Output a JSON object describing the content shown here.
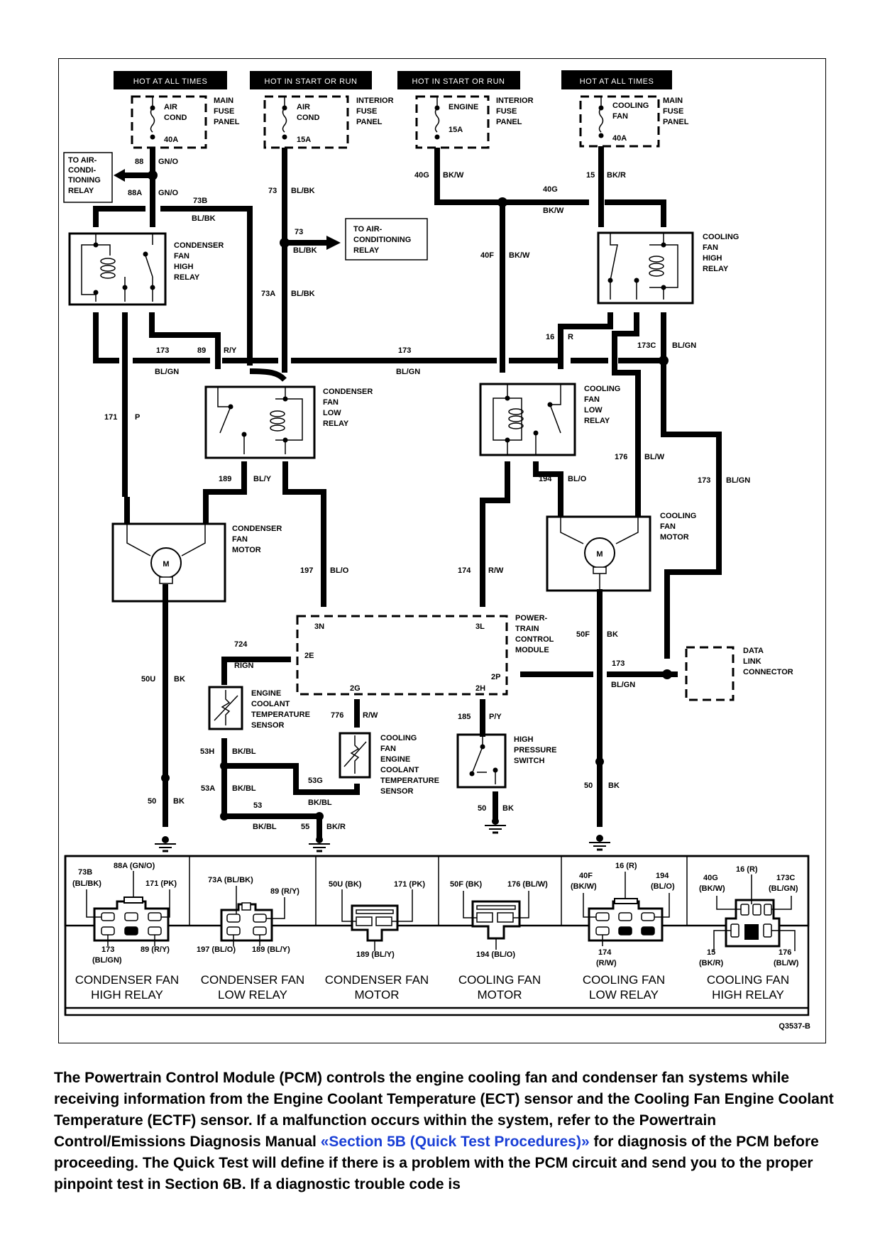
{
  "diagram": {
    "figure_id": "Q3537-B",
    "power_headers": [
      {
        "label": "HOT AT ALL TIMES"
      },
      {
        "label": "HOT IN START OR RUN"
      },
      {
        "label": "HOT IN START OR RUN"
      },
      {
        "label": "HOT AT ALL TIMES"
      }
    ],
    "fuses": [
      {
        "name_lines": [
          "AIR",
          "COND"
        ],
        "rating": "40A",
        "panel_lines": [
          "MAIN",
          "FUSE",
          "PANEL"
        ]
      },
      {
        "name_lines": [
          "AIR",
          "COND"
        ],
        "rating": "15A",
        "panel_lines": [
          "INTERIOR",
          "FUSE",
          "PANEL"
        ]
      },
      {
        "name_lines": [
          "ENGINE"
        ],
        "rating": "15A",
        "panel_lines": [
          "INTERIOR",
          "FUSE",
          "PANEL"
        ]
      },
      {
        "name_lines": [
          "COOLING",
          "FAN"
        ],
        "rating": "40A",
        "panel_lines": [
          "MAIN",
          "FUSE",
          "PANEL"
        ]
      }
    ],
    "external_refs": [
      {
        "lines": [
          "TO AIR-",
          "CONDI-",
          "TIONING",
          "RELAY"
        ]
      },
      {
        "lines": [
          "TO AIR-",
          "CONDITIONING",
          "RELAY"
        ]
      }
    ],
    "components": {
      "cond_high_relay": [
        "CONDENSER",
        "FAN",
        "HIGH",
        "RELAY"
      ],
      "cond_low_relay": [
        "CONDENSER",
        "FAN",
        "LOW",
        "RELAY"
      ],
      "cool_high_relay": [
        "COOLING",
        "FAN",
        "HIGH",
        "RELAY"
      ],
      "cool_low_relay": [
        "COOLING",
        "FAN",
        "LOW",
        "RELAY"
      ],
      "cond_motor": [
        "CONDENSER",
        "FAN",
        "MOTOR"
      ],
      "cool_motor": [
        "COOLING",
        "FAN",
        "MOTOR"
      ],
      "pcm": [
        "POWER-",
        "TRAIN",
        "CONTROL",
        "MODULE"
      ],
      "ect": [
        "ENGINE",
        "COOLANT",
        "TEMPERATURE",
        "SENSOR"
      ],
      "ectf": [
        "COOLING",
        "FAN",
        "ENGINE",
        "COOLANT",
        "TEMPERATURE",
        "SENSOR"
      ],
      "hps": [
        "HIGH",
        "PRESSURE",
        "SWITCH"
      ],
      "dlc": [
        "DATA",
        "LINK",
        "CONNECTOR"
      ],
      "motor_symbol": "M"
    },
    "pcm_pins": [
      "3N",
      "3L",
      "2E",
      "2G",
      "2H",
      "2P"
    ],
    "wires": {
      "w88": {
        "circuit": "88",
        "color": "GN/O"
      },
      "w88a": {
        "circuit": "88A",
        "color": "GN/O"
      },
      "w73b": {
        "circuit": "73B",
        "color": "BL/BK"
      },
      "w73": {
        "circuit": "73",
        "color": "BL/BK"
      },
      "w73ref": {
        "circuit": "73",
        "color": "BL/BK"
      },
      "w73a": {
        "circuit": "73A",
        "color": "BL/BK"
      },
      "w40g": {
        "circuit": "40G",
        "color": "BK/W"
      },
      "w40gh": {
        "circuit": "40G",
        "color": "BK/W"
      },
      "w40f": {
        "circuit": "40F",
        "color": "BK/W"
      },
      "w15": {
        "circuit": "15",
        "color": "BK/R"
      },
      "w173l": {
        "circuit": "173",
        "color": "BL/GN"
      },
      "w173m": {
        "circuit": "173",
        "color": "BL/GN"
      },
      "w89": {
        "circuit": "89",
        "color": "R/Y"
      },
      "w16": {
        "circuit": "16",
        "color": "R"
      },
      "w173c": {
        "circuit": "173C",
        "color": "BL/GN"
      },
      "w171": {
        "circuit": "171",
        "color": "P"
      },
      "w189": {
        "circuit": "189",
        "color": "BL/Y"
      },
      "w176": {
        "circuit": "176",
        "color": "BL/W"
      },
      "w194": {
        "circuit": "194",
        "color": "BL/O"
      },
      "w173r": {
        "circuit": "173",
        "color": "BL/GN"
      },
      "w197": {
        "circuit": "197",
        "color": "BL/O"
      },
      "w174": {
        "circuit": "174",
        "color": "R/W"
      },
      "w50f": {
        "circuit": "50F",
        "color": "BK"
      },
      "w724": {
        "circuit": "724",
        "color": "RIGN"
      },
      "w50u": {
        "circuit": "50U",
        "color": "BK"
      },
      "w173d": {
        "circuit": "173",
        "color": "BL/GN"
      },
      "w776": {
        "circuit": "776",
        "color": "R/W"
      },
      "w185": {
        "circuit": "185",
        "color": "P/Y"
      },
      "w53h": {
        "circuit": "53H",
        "color": "BK/BL"
      },
      "w53a": {
        "circuit": "53A",
        "color": "BK/BL"
      },
      "w53g": {
        "circuit": "53G",
        "color": "BK/BL"
      },
      "w53": {
        "circuit": "53",
        "color": "BK/BL"
      },
      "w55": {
        "circuit": "55",
        "color": "BK/R"
      },
      "w50a": {
        "circuit": "50",
        "color": "BK"
      },
      "w50b": {
        "circuit": "50",
        "color": "BK"
      },
      "w50c": {
        "circuit": "50",
        "color": "BK"
      }
    },
    "connector_views": [
      {
        "title_lines": [
          "CONDENSER FAN",
          "HIGH RELAY"
        ],
        "pins": [
          "73B",
          "(BL/BK)",
          "88A (GN/O)",
          "171 (PK)",
          "173",
          "(BL/GN)",
          "89 (R/Y)"
        ]
      },
      {
        "title_lines": [
          "CONDENSER FAN",
          "LOW RELAY"
        ],
        "pins": [
          "73A (BL/BK)",
          "89 (R/Y)",
          "197 (BL/O)",
          "189 (BL/Y)"
        ]
      },
      {
        "title_lines": [
          "CONDENSER FAN",
          "MOTOR"
        ],
        "pins": [
          "50U (BK)",
          "171 (PK)",
          "189 (BL/Y)"
        ]
      },
      {
        "title_lines": [
          "COOLING FAN",
          "MOTOR"
        ],
        "pins": [
          "50F (BK)",
          "176 (BL/W)",
          "194 (BL/O)"
        ]
      },
      {
        "title_lines": [
          "COOLING FAN",
          "LOW RELAY"
        ],
        "pins": [
          "40F",
          "(BK/W)",
          "16 (R)",
          "194",
          "(BL/O)",
          "174",
          "(R/W)"
        ]
      },
      {
        "title_lines": [
          "COOLING FAN",
          "HIGH RELAY"
        ],
        "pins": [
          "40G",
          "(BK/W)",
          "16 (R)",
          "173C",
          "(BL/GN)",
          "15",
          "(BK/R)",
          "176",
          "(BL/W)"
        ]
      }
    ]
  },
  "description": {
    "text_before_link": "The Powertrain Control Module (PCM) controls the engine cooling fan and condenser fan systems while receiving information from the Engine Coolant Temperature (ECT) sensor and the Cooling Fan Engine Coolant Temperature (ECTF) sensor. If a malfunction occurs within the system, refer to the Powertrain Control/Emissions Diagnosis Manual ",
    "link_text": "«Section 5B (Quick Test Procedures)»",
    "text_after_link": " for diagnosis of the PCM before proceeding. The Quick Test will define if there is a problem with the PCM circuit and send you to the proper pinpoint test in Section 6B. If a diagnostic trouble code is",
    "link_color": "#1a3fd6"
  }
}
